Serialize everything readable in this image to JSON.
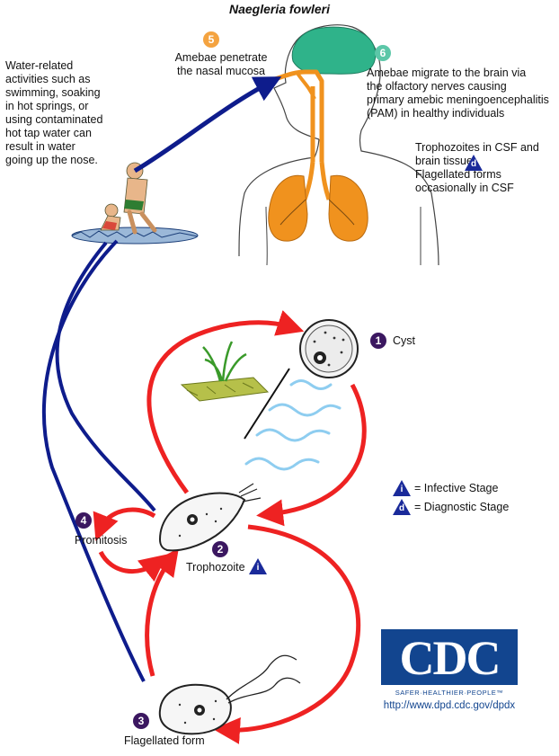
{
  "title": "Naegleria fowleri",
  "water_text": [
    "Water-related",
    "activities such as",
    "swimming, soaking",
    "in hot springs, or",
    "using contaminated",
    "hot tap water can",
    "result in water",
    "going up the nose."
  ],
  "steps": [
    {
      "number": "1",
      "label": "Cyst",
      "color": "#3b1760"
    },
    {
      "number": "2",
      "label": "Trophozoite",
      "color": "#3b1760"
    },
    {
      "number": "3",
      "label": "Flagellated form",
      "color": "#3b1760"
    },
    {
      "number": "4",
      "label": "Promitosis",
      "color": "#3b1760"
    },
    {
      "number": "5",
      "lines": [
        "Amebae penetrate",
        "the nasal mucosa"
      ],
      "color": "#f4a340"
    },
    {
      "number": "6",
      "lines": [
        "Amebae migrate to the brain via",
        "the olfactory nerves causing",
        "primary amebic meningoencephalitis",
        "(PAM) in healthy individuals"
      ],
      "color": "#5cc7a8"
    }
  ],
  "csf_text": [
    "Trophozoites in CSF and",
    "brain tissue",
    "Flagellated forms",
    "occasionally in CSF"
  ],
  "legend": [
    {
      "symbol": "i",
      "label": "= Infective Stage"
    },
    {
      "symbol": "d",
      "label": "= Diagnostic Stage"
    }
  ],
  "logo": {
    "text": "CDC",
    "tagline": "SAFER·HEALTHIER·PEOPLE™"
  },
  "url": "http://www.dpd.cdc.gov/dpdx",
  "colors": {
    "red_arrow": "#ee2222",
    "blue_arrow": "#0e1c8c",
    "lungs": "#f0921e",
    "brain": "#2fb38a",
    "purple_badge": "#3b1760",
    "water": "#8ecdf0",
    "triangle": "#1a2a9a"
  },
  "icons": [
    "swimmer-icon",
    "human-head-icon",
    "brain-icon",
    "lungs-icon",
    "cyst-icon",
    "trophozoite-icon",
    "flagellate-icon",
    "soil-plant-icon",
    "water-waves-icon",
    "infective-stage-icon",
    "diagnostic-stage-icon"
  ]
}
